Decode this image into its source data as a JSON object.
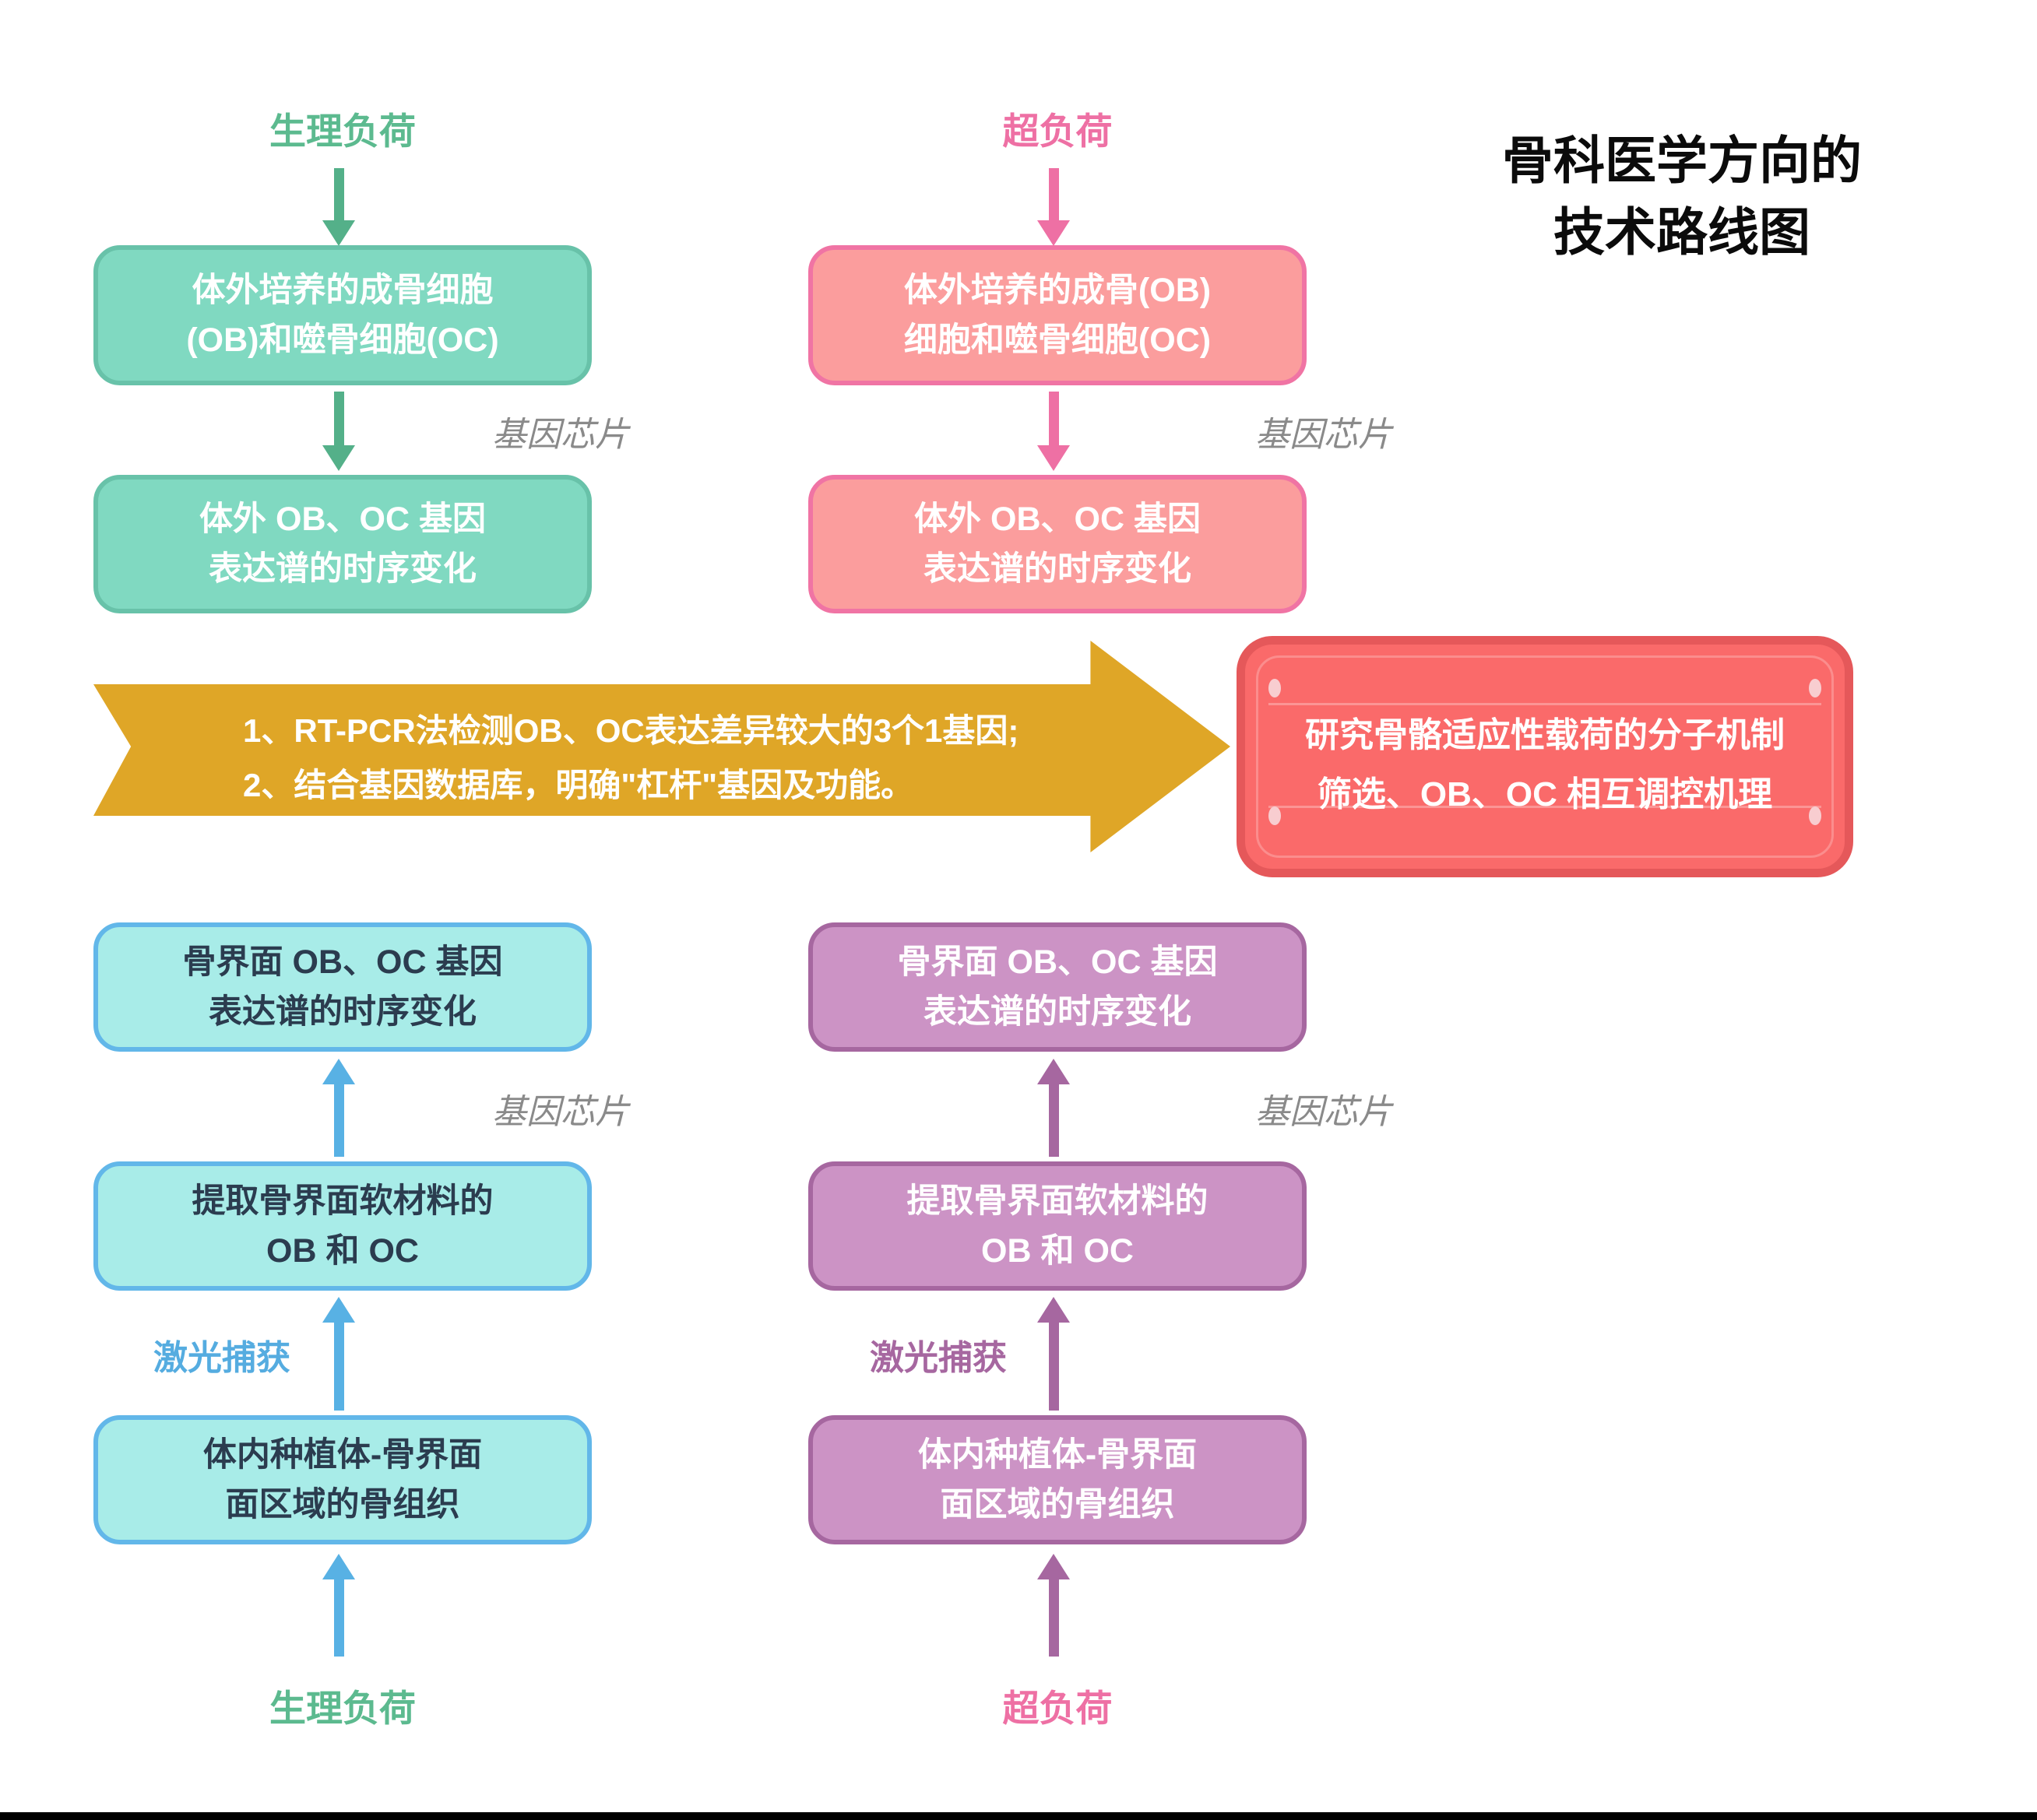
{
  "title": {
    "line1": "骨科医学方向的",
    "line2": "技术路线图"
  },
  "labels": {
    "physiological_load": "生理负荷",
    "overload": "超负荷",
    "gene_chip": "基因芯片",
    "laser_capture": "激光捕获"
  },
  "flow_left": {
    "box1": {
      "line1": "体外培养的成骨细胞",
      "line2": "(OB)和噬骨细胞(OC)"
    },
    "box2": {
      "line1": "体外 OB、OC 基因",
      "line2": "表达谱的时序变化"
    }
  },
  "flow_right": {
    "box1": {
      "line1": "体外培养的成骨(OB)",
      "line2": "细胞和噬骨细胞(OC)"
    },
    "box2": {
      "line1": "体外 OB、OC 基因",
      "line2": "表达谱的时序变化"
    }
  },
  "banner_arrow": {
    "line1": "1、RT-PCR法检测OB、OC表达差异较大的3个1基因;",
    "line2": "2、结合基因数据库，明确\"杠杆\"基因及功能。"
  },
  "result_box": {
    "line1": "研究骨骼适应性载荷的分子机制",
    "line2": "筛选、OB、OC 相互调控机理"
  },
  "bottom_left": {
    "boxA": {
      "line1": "骨界面 OB、OC 基因",
      "line2": "表达谱的时序变化"
    },
    "boxB": {
      "line1": "提取骨界面软材料的",
      "line2": "OB 和 OC"
    },
    "boxC": {
      "line1": "体内种植体-骨界面",
      "line2": "面区域的骨组织"
    }
  },
  "bottom_right": {
    "boxA": {
      "line1": "骨界面 OB、OC 基因",
      "line2": "表达谱的时序变化"
    },
    "boxB": {
      "line1": "提取骨界面软材料的",
      "line2": "OB 和 OC"
    },
    "boxC": {
      "line1": "体内种植体-骨界面",
      "line2": "面区域的骨组织"
    }
  },
  "colors": {
    "green_box": "#80D9C1",
    "green_border": "#68C2A9",
    "green_accent": "#54B089",
    "pink_box": "#FB9D9D",
    "pink_border": "#F074A4",
    "pink_accent": "#EE70A4",
    "cyan_box": "#A8ECE8",
    "cyan_border": "#62B7E9",
    "blue_accent": "#58B1E4",
    "purple_box": "#CC93C5",
    "purple_border": "#A667A0",
    "gold_arrow": "#DFA627",
    "red_box_fill": "#FA6A6A",
    "red_box_rim": "#E5585A",
    "gray_label": "#8A8A8A",
    "dark_text": "#2B3C4F"
  }
}
